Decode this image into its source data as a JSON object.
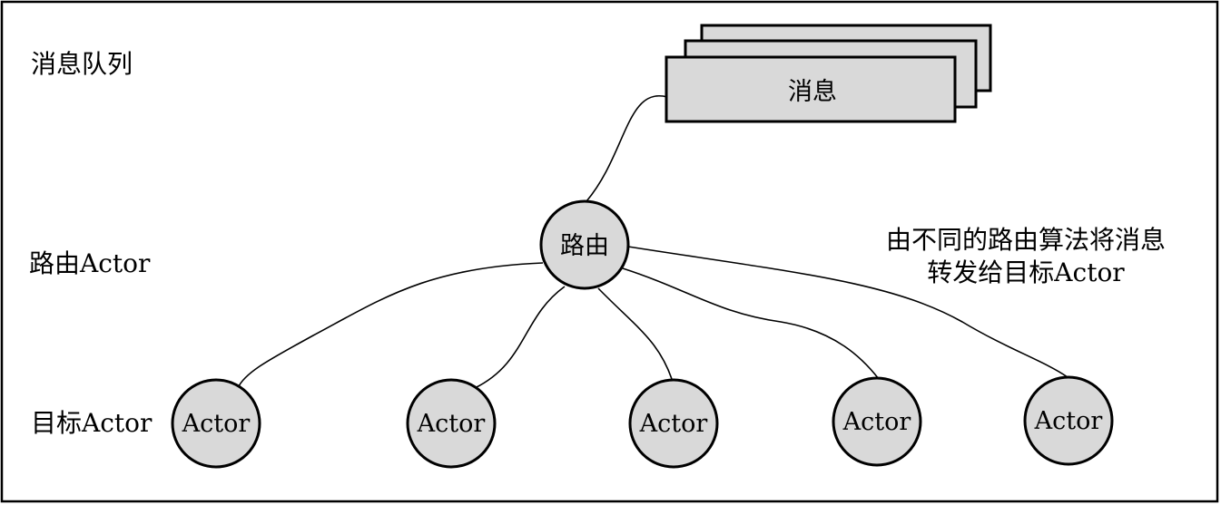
{
  "labels": {
    "queue_row": "消息队列",
    "router_row": "路由Actor",
    "target_row": "目标Actor",
    "note_line1": "由不同的路由算法将消息",
    "note_line2": "转发给目标Actor"
  },
  "message_box": {
    "label": "消息"
  },
  "router": {
    "label": "路由"
  },
  "targets": [
    {
      "label": "Actor"
    },
    {
      "label": "Actor"
    },
    {
      "label": "Actor"
    },
    {
      "label": "Actor"
    },
    {
      "label": "Actor"
    }
  ],
  "colors": {
    "node_fill": "#d9d9d9",
    "stroke": "#000000",
    "background": "#ffffff"
  }
}
